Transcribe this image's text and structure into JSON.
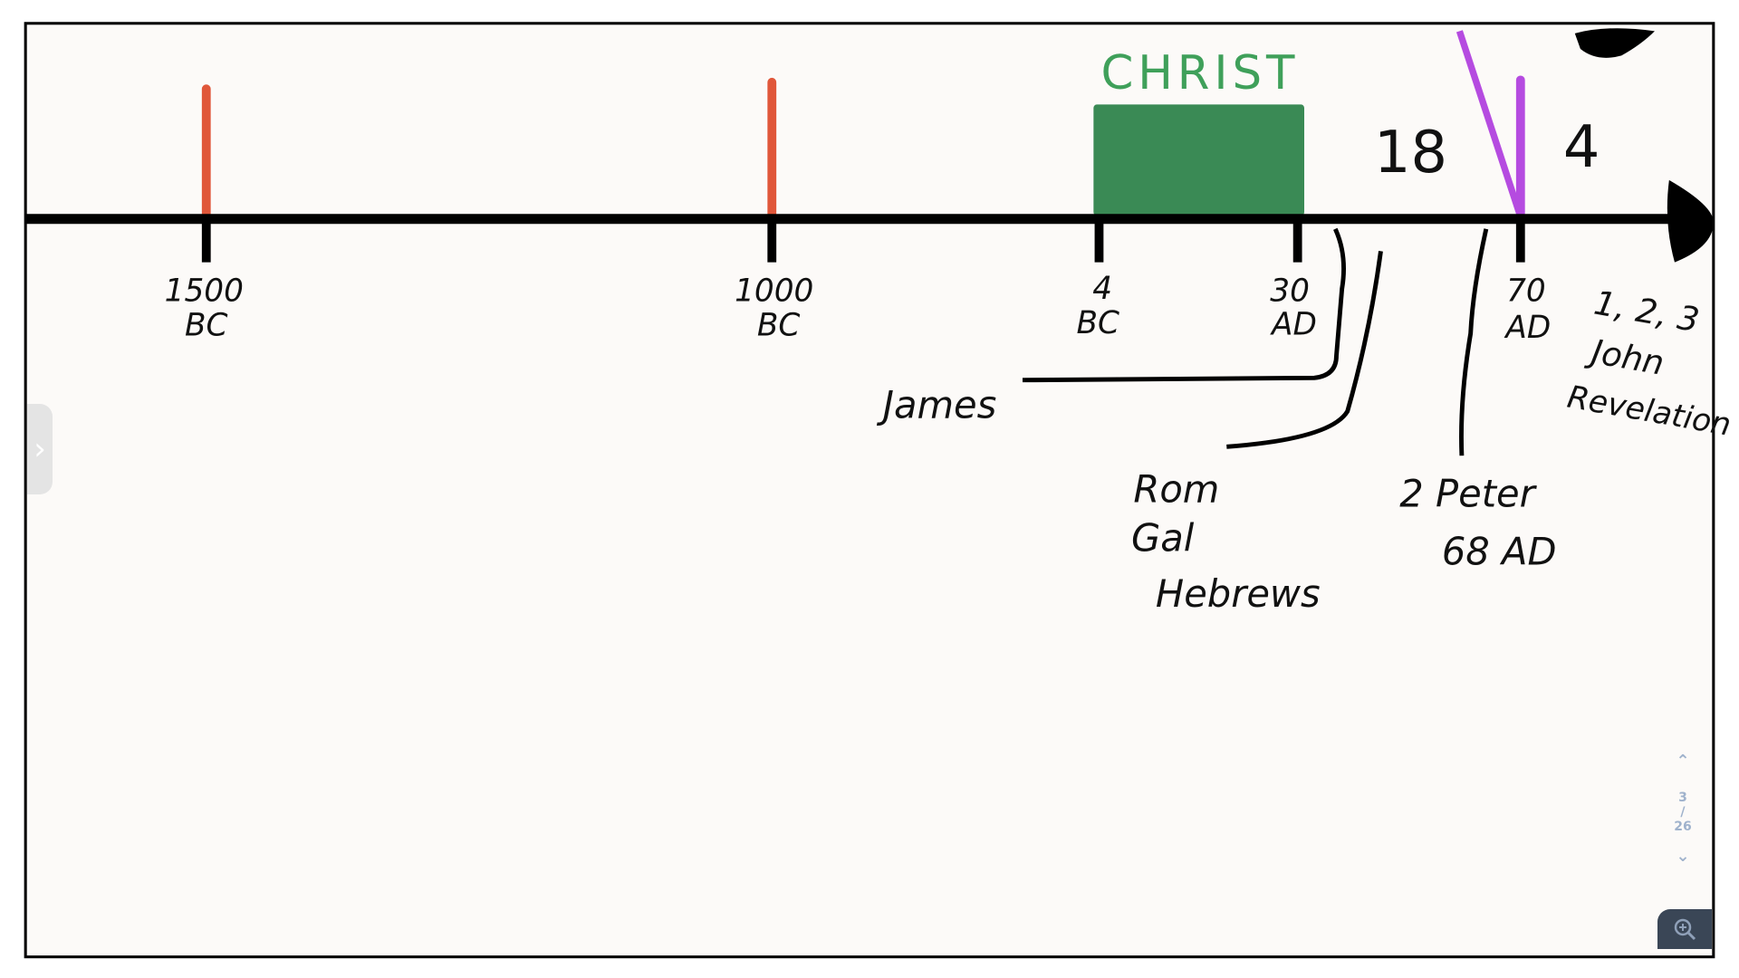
{
  "timeline": {
    "title": "CHRIST",
    "ticks": [
      {
        "year": "1500",
        "era": "BC"
      },
      {
        "year": "1000",
        "era": "BC"
      },
      {
        "year": "4",
        "era": "BC"
      },
      {
        "year": "30",
        "era": "AD"
      },
      {
        "year": "70",
        "era": "AD"
      }
    ],
    "counts": {
      "before_70": "18",
      "after_70": "4"
    },
    "annotations": {
      "james": "James",
      "rom": "Rom",
      "gal": "Gal",
      "hebrews": "Hebrews",
      "peter": "2 Peter",
      "peter_date": "68 AD",
      "john_letters": "1, 2, 3",
      "john": "John",
      "revelation": "Revelation"
    }
  },
  "colors": {
    "christ": "#3a8a55",
    "christ_label": "#3fa05a",
    "ticks_red": "#e0573a",
    "purple": "#b54be0",
    "ink": "#000000"
  },
  "pager": {
    "current": "3",
    "separator": "/",
    "total": "26"
  },
  "icons": {
    "side_toggle": "chevron-right-icon",
    "prev": "chevron-up-icon",
    "next": "chevron-down-icon",
    "zoom": "zoom-in-icon"
  }
}
